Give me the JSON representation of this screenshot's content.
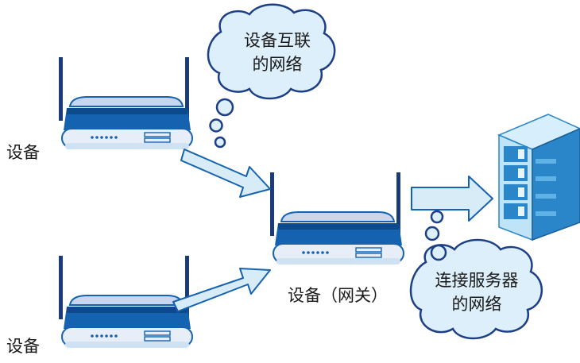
{
  "labels": {
    "device_top": "设备",
    "device_bottom": "设备",
    "gateway": "设备（网关）"
  },
  "bubbles": {
    "device_network": [
      "设备互联",
      "的网络"
    ],
    "server_network": [
      "连接服务器",
      "的网络"
    ]
  },
  "colors": {
    "router_blue": "#1563b0",
    "router_dark": "#0d4a8c",
    "router_body": "#e8eef8",
    "antenna": "#1b3b7a",
    "arrow_fill": "#d8ecf8",
    "arrow_stroke": "#1563b0",
    "cloud_fill": "#dceffa",
    "cloud_stroke": "#1d3f86",
    "server_light": "#bfe3f7",
    "server_dark": "#2a86c8"
  },
  "icons": {
    "router": "wifi-router-icon",
    "server": "server-rack-icon",
    "arrow": "data-flow-arrow",
    "cloud": "thought-bubble"
  }
}
